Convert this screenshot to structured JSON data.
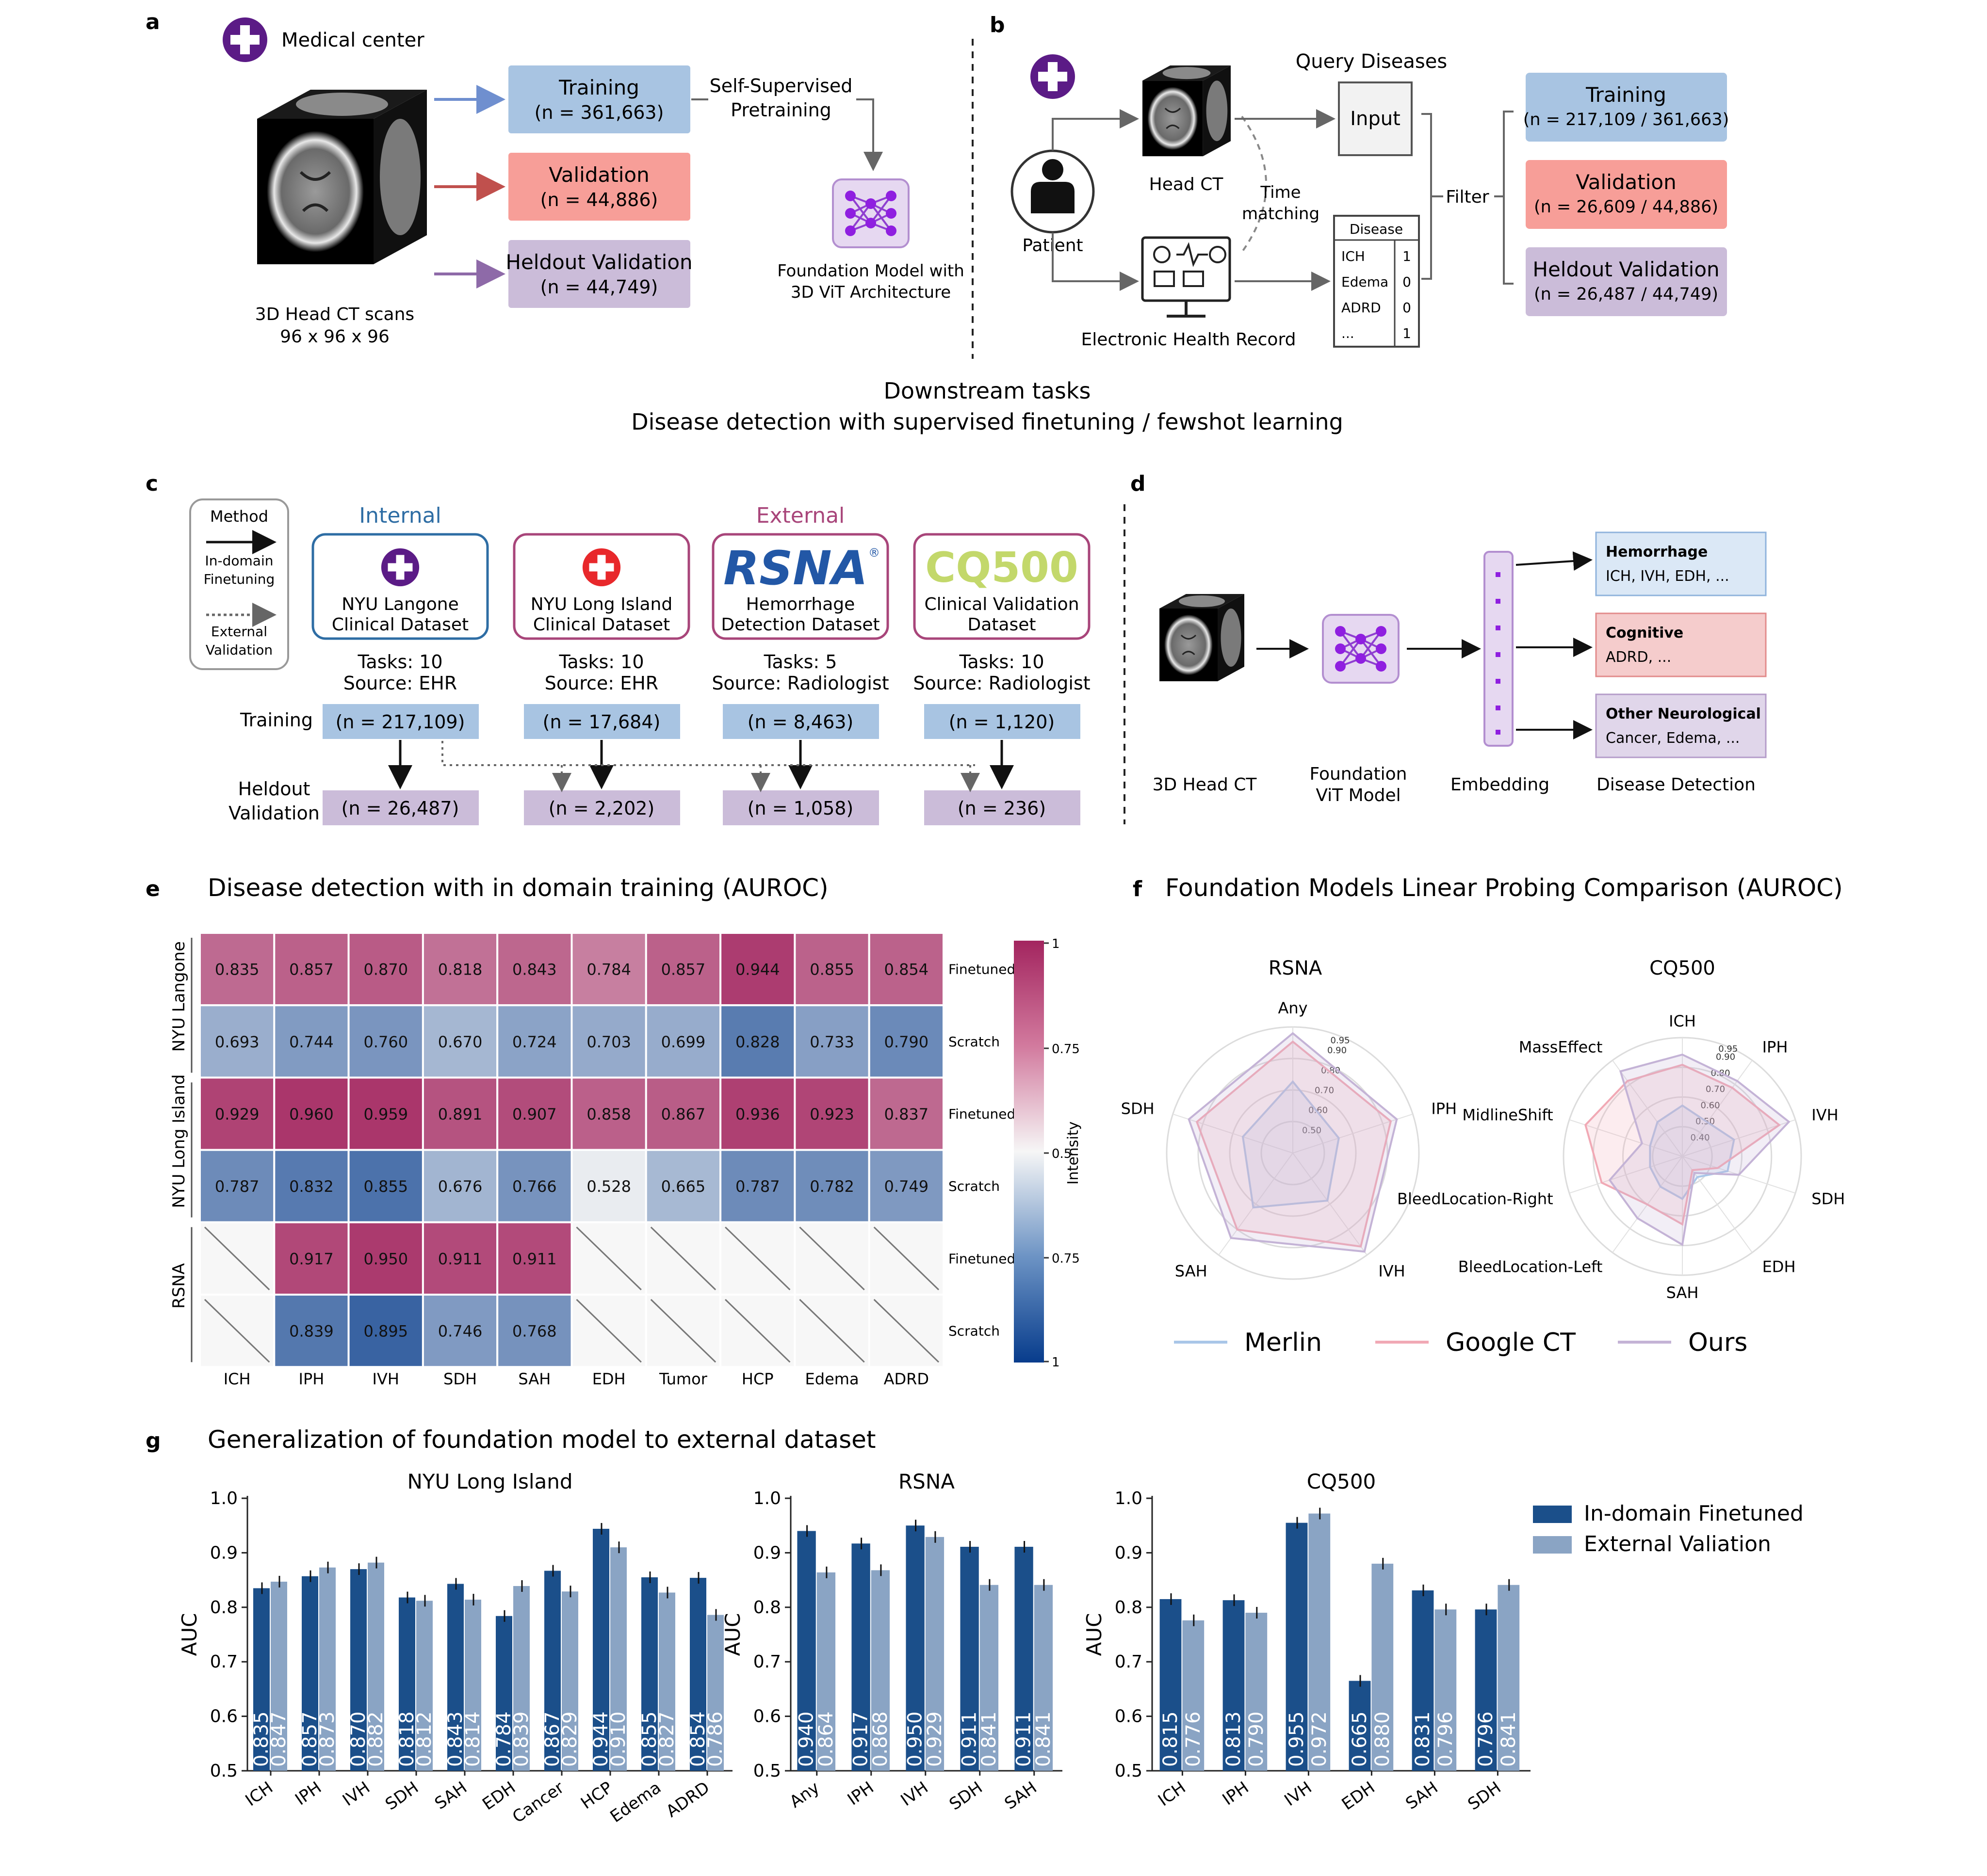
{
  "panels": {
    "a": "a",
    "b": "b",
    "c": "c",
    "d": "d",
    "e": "e",
    "f": "f",
    "g": "g"
  },
  "a": {
    "center_label": "Medical center",
    "scan_label_1": "3D Head CT scans",
    "scan_label_2": "96 x 96 x 96",
    "splits": [
      {
        "title": "Training",
        "count": "(n = 361,663)",
        "color": "#a8c4e2"
      },
      {
        "title": "Validation",
        "count": "(n = 44,886)",
        "color": "#f79e98"
      },
      {
        "title": "Heldout Validation",
        "count": "(n = 44,749)",
        "color": "#cbbcd9"
      }
    ],
    "ssl_line1": "Self-Supervised",
    "ssl_line2": "Pretraining",
    "model_line1": "Foundation Model with",
    "model_line2": "3D ViT Architecture"
  },
  "b": {
    "query": "Query Diseases",
    "patient": "Patient",
    "head_ct": "Head CT",
    "time1": "Time",
    "time2": "matching",
    "ehr": "Electronic Health Record",
    "input": "Input",
    "filter": "Filter",
    "table_header": "Disease",
    "table_rows": [
      {
        "name": "ICH",
        "val": "1"
      },
      {
        "name": "Edema",
        "val": "0"
      },
      {
        "name": "ADRD",
        "val": "0"
      },
      {
        "name": "...",
        "val": "1"
      }
    ],
    "splits": [
      {
        "title": "Training",
        "count": "(n = 217,109 / 361,663)",
        "color": "#a8c4e2"
      },
      {
        "title": "Validation",
        "count": "(n = 26,609 / 44,886)",
        "color": "#f79e98"
      },
      {
        "title": "Heldout Validation",
        "count": "(n = 26,487 / 44,749)",
        "color": "#cbbcd9"
      }
    ]
  },
  "downstream": {
    "line1": "Downstream tasks",
    "line2": "Disease detection with supervised finetuning / fewshot learning"
  },
  "c": {
    "method": "Method",
    "indomain1": "In-domain",
    "indomain2": "Finetuning",
    "external1": "External",
    "external2": "Validation",
    "internal_label": "Internal",
    "external_label": "External",
    "training": "Training",
    "heldout1": "Heldout",
    "heldout2": "Validation",
    "datasets": [
      {
        "name1": "NYU Langone",
        "name2": "Clinical Dataset",
        "tasks": "Tasks: 10",
        "source": "Source: EHR",
        "train": "(n = 217,109)",
        "held": "(n = 26,487)",
        "border": "#2e6da4"
      },
      {
        "name1": "NYU Long Island",
        "name2": "Clinical Dataset",
        "tasks": "Tasks: 10",
        "source": "Source: EHR",
        "train": "(n = 17,684)",
        "held": "(n = 2,202)",
        "border": "#a8457a"
      },
      {
        "name1": "Hemorrhage",
        "name2": "Detection Dataset",
        "tasks": "Tasks: 5",
        "source": "Source: Radiologist",
        "train": "(n = 8,463)",
        "held": "(n = 1,058)",
        "border": "#a8457a"
      },
      {
        "name1": "Clinical Validation",
        "name2": "Dataset",
        "tasks": "Tasks: 10",
        "source": "Source: Radiologist",
        "train": "(n = 1,120)",
        "held": "(n = 236)",
        "border": "#a8457a"
      }
    ],
    "rsna_logo": "RSNA",
    "rsna_reg": "®",
    "cq500_logo": "CQ500"
  },
  "d": {
    "labels": [
      "3D Head CT",
      "Foundation",
      "ViT Model",
      "Embedding",
      "Disease Detection"
    ],
    "outputs": [
      {
        "title": "Hemorrhage",
        "sub": "ICH, IVH, EDH, ...",
        "color": "#dbe8f6",
        "border": "#8fb3dc"
      },
      {
        "title": "Cognitive",
        "sub": "ADRD, ...",
        "color": "#f5cccc",
        "border": "#e28b8b"
      },
      {
        "title": "Other Neurological",
        "sub": "Cancer, Edema, ...",
        "color": "#e0d6ea",
        "border": "#b49cc9"
      }
    ]
  },
  "e": {
    "title": "Disease detection with in domain training (AUROC)",
    "columns": [
      "ICH",
      "IPH",
      "IVH",
      "SDH",
      "SAH",
      "EDH",
      "Tumor",
      "HCP",
      "Edema",
      "ADRD"
    ],
    "groups": [
      "NYU Langone",
      "NYU Long Island",
      "RSNA"
    ],
    "row_labels": [
      "Finetuned",
      "Scratch",
      "Finetuned",
      "Scratch",
      "Finetuned",
      "Scratch"
    ],
    "rows": [
      [
        "0.835",
        "0.857",
        "0.870",
        "0.818",
        "0.843",
        "0.784",
        "0.857",
        "0.944",
        "0.855",
        "0.854"
      ],
      [
        "0.693",
        "0.744",
        "0.760",
        "0.670",
        "0.724",
        "0.703",
        "0.699",
        "0.828",
        "0.733",
        "0.790"
      ],
      [
        "0.929",
        "0.960",
        "0.959",
        "0.891",
        "0.907",
        "0.858",
        "0.867",
        "0.936",
        "0.923",
        "0.837"
      ],
      [
        "0.787",
        "0.832",
        "0.855",
        "0.676",
        "0.766",
        "0.528",
        "0.665",
        "0.787",
        "0.782",
        "0.749"
      ],
      [
        "",
        "0.917",
        "0.950",
        "0.911",
        "0.911",
        "",
        "",
        "",
        "",
        ""
      ],
      [
        "",
        "0.839",
        "0.895",
        "0.746",
        "0.768",
        "",
        "",
        "",
        "",
        ""
      ]
    ],
    "colorbar_label": "Intensity",
    "colorbar_ticks": [
      "1",
      "0.75",
      "0.5",
      "0.75",
      "1"
    ]
  },
  "f": {
    "title": "Foundation Models Linear Probing Comparison (AUROC)",
    "rsna_title": "RSNA",
    "rsna_axes": [
      "Any",
      "IPH",
      "IVH",
      "SAH",
      "SDH"
    ],
    "rsna_rings": [
      "0.50",
      "0.60",
      "0.70",
      "0.80",
      "0.90",
      "0.95"
    ],
    "rsna_series": [
      {
        "name": "Merlin",
        "values": [
          0.74,
          0.63,
          0.68,
          0.72,
          0.65
        ],
        "color": "#a9c6e8"
      },
      {
        "name": "Google CT",
        "values": [
          0.93,
          0.89,
          0.95,
          0.85,
          0.88
        ],
        "color": "#f1a9b5"
      },
      {
        "name": "Ours",
        "values": [
          0.97,
          0.92,
          0.98,
          0.9,
          0.92
        ],
        "color": "#c4b3d6"
      }
    ],
    "cq500_title": "CQ500",
    "cq500_axes": [
      "ICH",
      "IPH",
      "IVH",
      "SDH",
      "EDH",
      "SAH",
      "BleedLocation-Left",
      "BleedLocation-Right",
      "MidlineShift",
      "MassEffect"
    ],
    "cq500_rings": [
      "0.40",
      "0.50",
      "0.60",
      "0.70",
      "0.80",
      "0.90",
      "0.95"
    ],
    "cq500_series": [
      {
        "name": "Merlin",
        "values": [
          0.6,
          0.55,
          0.62,
          0.58,
          0.45,
          0.55,
          0.52,
          0.5,
          0.5,
          0.55
        ],
        "color": "#a9c6e8"
      },
      {
        "name": "Google CT",
        "values": [
          0.84,
          0.8,
          0.9,
          0.52,
          0.4,
          0.7,
          0.65,
          0.8,
          0.9,
          0.85
        ],
        "color": "#f1a9b5"
      },
      {
        "name": "Ours",
        "values": [
          0.9,
          0.85,
          0.96,
          0.65,
          0.42,
          0.82,
          0.75,
          0.75,
          0.55,
          0.92
        ],
        "color": "#c4b3d6"
      }
    ],
    "legend": [
      "Merlin",
      "Google CT",
      "Ours"
    ]
  },
  "g": {
    "title": "Generalization of foundation model to external dataset",
    "legend": [
      "In-domain Finetuned",
      "External Valiation"
    ],
    "colors": {
      "indomain": "#1b4f8a",
      "external": "#8aa4c4"
    },
    "ylabel": "AUC"
  },
  "chart_data": [
    {
      "type": "bar",
      "title": "NYU Long Island",
      "ylabel": "AUC",
      "ylim": [
        0.5,
        1.0
      ],
      "yticks": [
        "0.5",
        "0.6",
        "0.7",
        "0.8",
        "0.9",
        "1.0"
      ],
      "categories": [
        "ICH",
        "IPH",
        "IVH",
        "SDH",
        "SAH",
        "EDH",
        "Cancer",
        "HCP",
        "Edema",
        "ADRD"
      ],
      "series": [
        {
          "name": "In-domain Finetuned",
          "values": [
            0.835,
            0.857,
            0.87,
            0.818,
            0.843,
            0.784,
            0.867,
            0.944,
            0.855,
            0.854
          ],
          "labels": [
            "0.835",
            "0.857",
            "0.870",
            "0.818",
            "0.843",
            "0.784",
            "0.867",
            "0.944",
            "0.855",
            "0.854"
          ]
        },
        {
          "name": "External Valiation",
          "values": [
            0.847,
            0.873,
            0.882,
            0.812,
            0.814,
            0.839,
            0.829,
            0.91,
            0.827,
            0.786
          ],
          "labels": [
            "0.847",
            "0.873",
            "0.882",
            "0.812",
            "0.814",
            "0.839",
            "0.829",
            "0.910",
            "0.827",
            "0.786"
          ]
        }
      ]
    },
    {
      "type": "bar",
      "title": "RSNA",
      "ylabel": "AUC",
      "ylim": [
        0.5,
        1.0
      ],
      "yticks": [
        "0.5",
        "0.6",
        "0.7",
        "0.8",
        "0.9",
        "1.0"
      ],
      "categories": [
        "Any",
        "IPH",
        "IVH",
        "SDH",
        "SAH"
      ],
      "series": [
        {
          "name": "In-domain Finetuned",
          "values": [
            0.94,
            0.917,
            0.95,
            0.911,
            0.911
          ],
          "labels": [
            "0.940",
            "0.917",
            "0.950",
            "0.911",
            "0.911"
          ]
        },
        {
          "name": "External Valiation",
          "values": [
            0.864,
            0.868,
            0.929,
            0.841,
            0.841
          ],
          "labels": [
            "0.864",
            "0.868",
            "0.929",
            "0.841",
            "0.841"
          ]
        }
      ]
    },
    {
      "type": "bar",
      "title": "CQ500",
      "ylabel": "AUC",
      "ylim": [
        0.5,
        1.0
      ],
      "yticks": [
        "0.5",
        "0.6",
        "0.7",
        "0.8",
        "0.9",
        "1.0"
      ],
      "categories": [
        "ICH",
        "IPH",
        "IVH",
        "EDH",
        "SAH",
        "SDH"
      ],
      "series": [
        {
          "name": "In-domain Finetuned",
          "values": [
            0.815,
            0.813,
            0.955,
            0.665,
            0.831,
            0.796
          ],
          "labels": [
            "0.815",
            "0.813",
            "0.955",
            "0.665",
            "0.831",
            "0.796"
          ]
        },
        {
          "name": "External Valiation",
          "values": [
            0.776,
            0.79,
            0.972,
            0.88,
            0.796,
            0.841
          ],
          "labels": [
            "0.776",
            "0.790",
            "0.972",
            "0.880",
            "0.796",
            "0.841"
          ]
        }
      ]
    }
  ]
}
